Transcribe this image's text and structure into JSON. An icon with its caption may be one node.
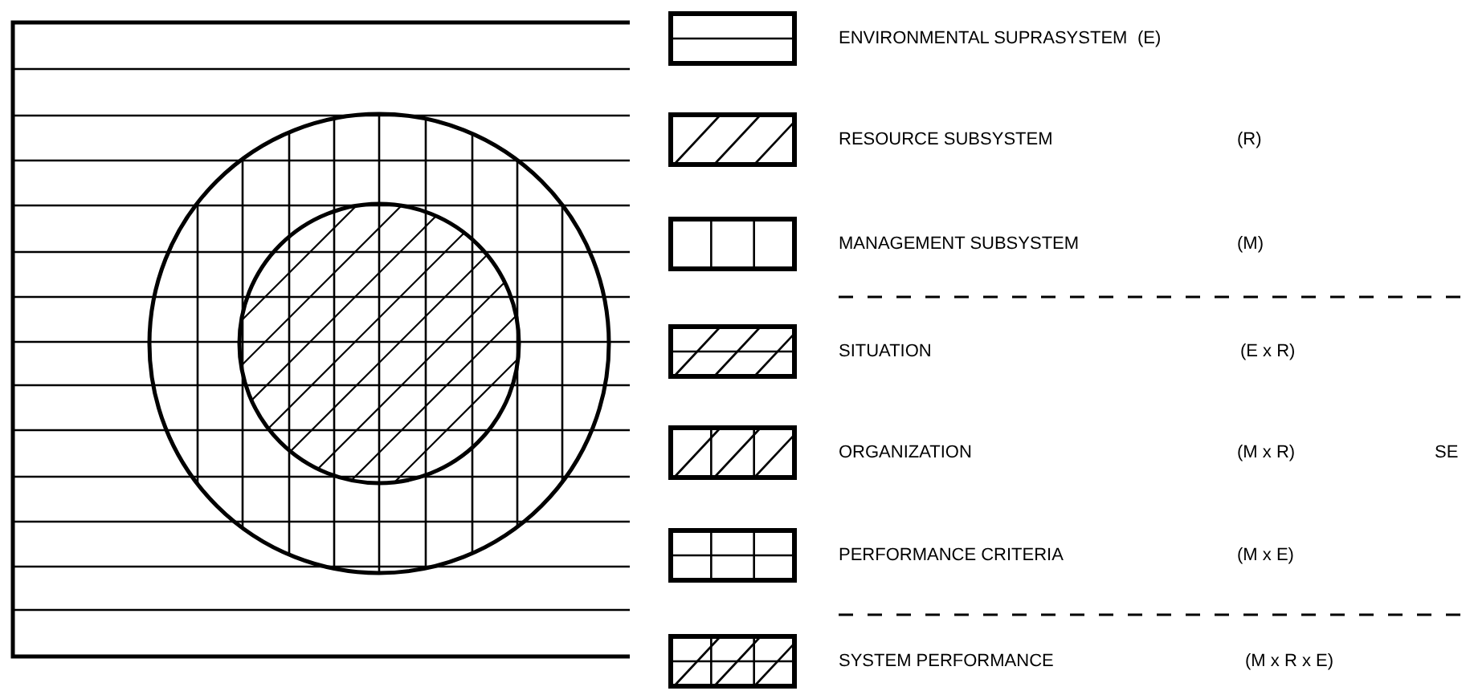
{
  "diagram": {
    "labels": [
      "(E)",
      "(R)",
      "(M)",
      "(E x R)",
      "(M x R)",
      "SE",
      "(M x E)",
      "(M x R x E)"
    ],
    "legend": [
      {
        "text": "ENVIRONMENTAL SUPRASYSTEM"
      },
      {
        "text": "RESOURCE SUBSYSTEM"
      },
      {
        "text": "MANAGEMENT SUBSYSTEM"
      },
      {
        "text": "SITUATION"
      },
      {
        "text": "ORGANIZATION"
      },
      {
        "text": "PERFORMANCE CRITERIA"
      },
      {
        "text": "SYSTEM PERFORMANCE"
      }
    ]
  }
}
